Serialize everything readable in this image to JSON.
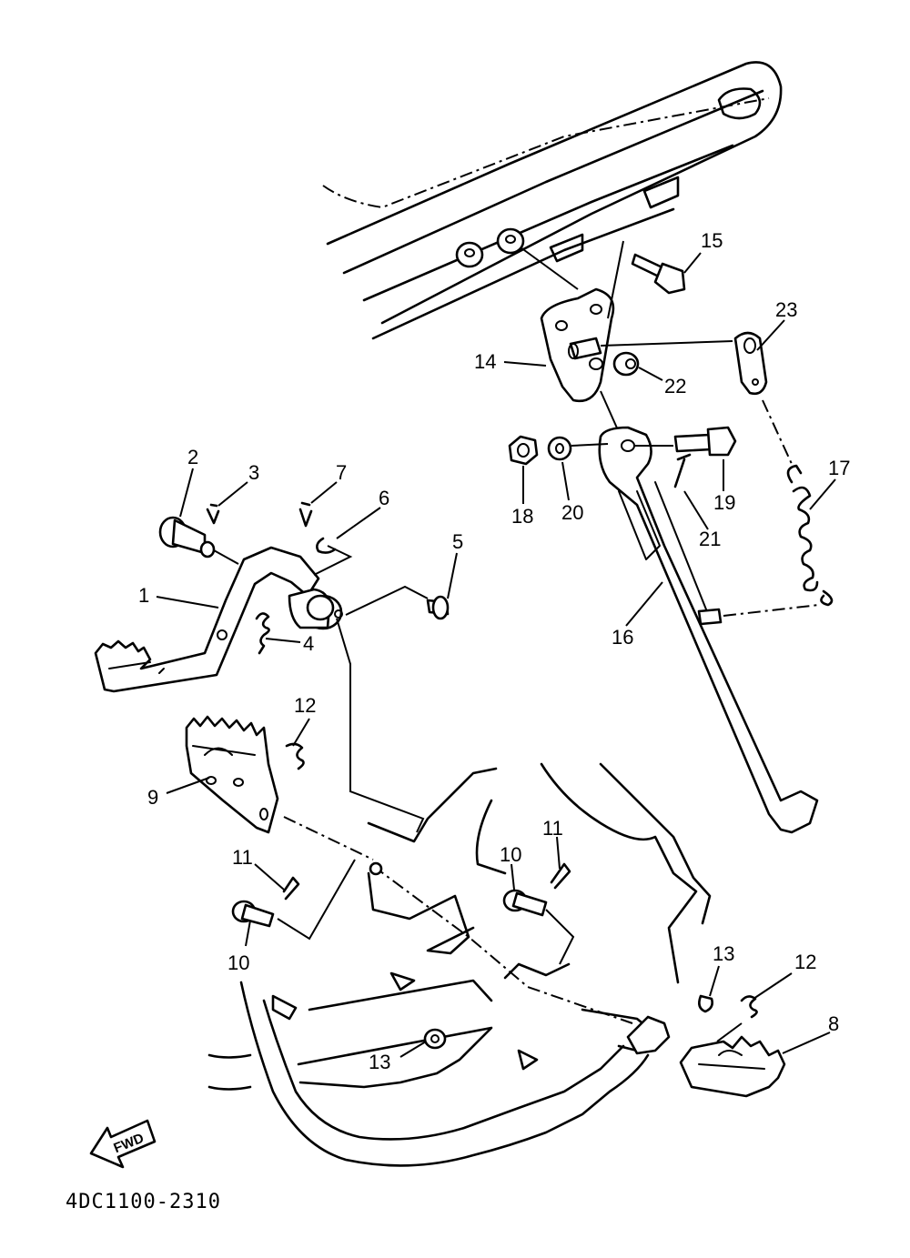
{
  "diagram": {
    "code": "4DC1100-2310",
    "fwd_label": "FWD",
    "callouts": [
      {
        "id": "c1",
        "text": "1"
      },
      {
        "id": "c2",
        "text": "2"
      },
      {
        "id": "c3",
        "text": "3"
      },
      {
        "id": "c4",
        "text": "4"
      },
      {
        "id": "c5",
        "text": "5"
      },
      {
        "id": "c6",
        "text": "6"
      },
      {
        "id": "c7",
        "text": "7"
      },
      {
        "id": "c8",
        "text": "8"
      },
      {
        "id": "c9",
        "text": "9"
      },
      {
        "id": "c10a",
        "text": "10"
      },
      {
        "id": "c10b",
        "text": "10"
      },
      {
        "id": "c11a",
        "text": "11"
      },
      {
        "id": "c11b",
        "text": "11"
      },
      {
        "id": "c12a",
        "text": "12"
      },
      {
        "id": "c12b",
        "text": "12"
      },
      {
        "id": "c13a",
        "text": "13"
      },
      {
        "id": "c13b",
        "text": "13"
      },
      {
        "id": "c14",
        "text": "14"
      },
      {
        "id": "c15",
        "text": "15"
      },
      {
        "id": "c16",
        "text": "16"
      },
      {
        "id": "c17",
        "text": "17"
      },
      {
        "id": "c18",
        "text": "18"
      },
      {
        "id": "c19",
        "text": "19"
      },
      {
        "id": "c20",
        "text": "20"
      },
      {
        "id": "c21",
        "text": "21"
      },
      {
        "id": "c22",
        "text": "22"
      },
      {
        "id": "c23",
        "text": "23"
      }
    ]
  }
}
